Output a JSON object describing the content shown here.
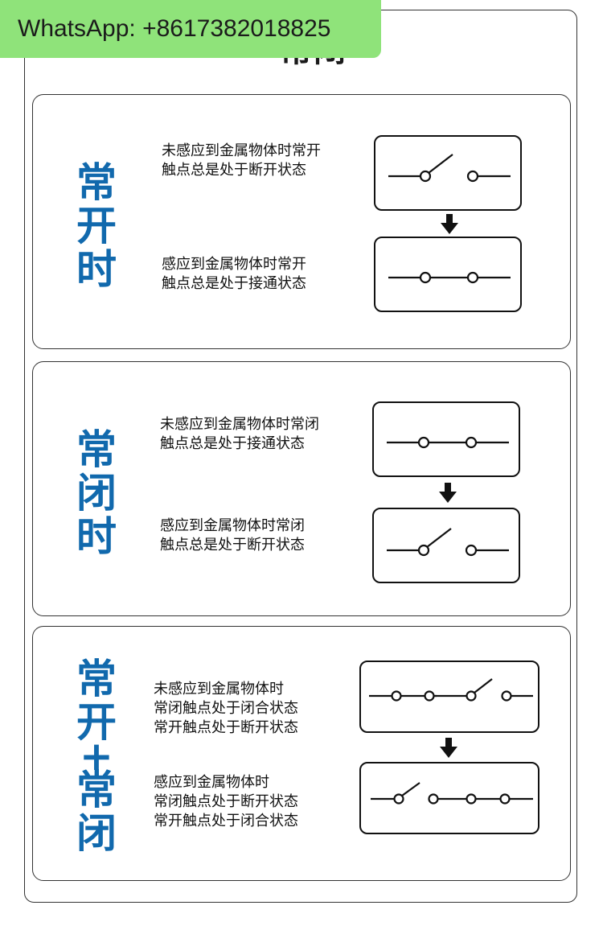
{
  "badge": {
    "text": "WhatsApp: +8617382018825"
  },
  "header": {
    "title": "常闭"
  },
  "panels": [
    {
      "label": [
        "常",
        "开",
        "时"
      ],
      "states": [
        {
          "lines": [
            "未感应到金属物体时常开",
            "触点总是处于断开状态"
          ]
        },
        {
          "lines": [
            "感应到金属物体时常开",
            "触点总是处于接通状态"
          ]
        }
      ]
    },
    {
      "label": [
        "常",
        "闭",
        "时"
      ],
      "states": [
        {
          "lines": [
            "未感应到金属物体时常闭",
            "触点总是处于接通状态"
          ]
        },
        {
          "lines": [
            "感应到金属物体时常闭",
            "触点总是处于断开状态"
          ]
        }
      ]
    },
    {
      "label": [
        "常",
        "开",
        "+",
        "常",
        "闭"
      ],
      "states": [
        {
          "lines": [
            "未感应到金属物体时",
            "常闭触点处于闭合状态",
            "常开触点处于断开状态"
          ]
        },
        {
          "lines": [
            "感应到金属物体时",
            "常闭触点处于断开状态",
            "常开触点处于闭合状态"
          ]
        }
      ]
    }
  ],
  "colors": {
    "label": "#1169ad",
    "badge": "#8fe37a",
    "ink": "#111111"
  }
}
